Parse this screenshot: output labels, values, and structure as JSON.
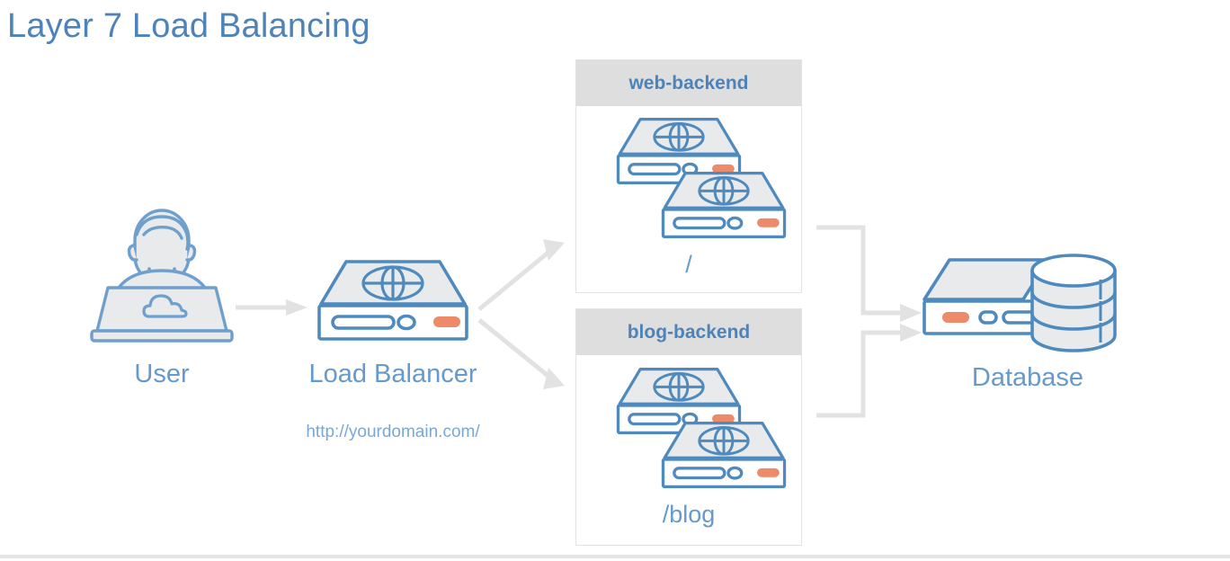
{
  "diagram": {
    "title": "Layer 7 Load Balancing",
    "type": "network-architecture",
    "colors": {
      "title_blue": "#4D83B8",
      "label_blue": "#6699CC",
      "outline_blue": "#4E8ABE",
      "icon_fill": "#E8EAEC",
      "led_orange": "#ED8A6A",
      "arrow_gray": "#E2E2E2",
      "group_header_gray": "#DEDEDE",
      "group_border_gray": "#E3E3E3",
      "background": "#FFFFFF"
    },
    "nodes": [
      {
        "id": "user",
        "label": "User",
        "icon": "user-laptop-icon"
      },
      {
        "id": "load-balancer",
        "label": "Load Balancer",
        "icon": "server-globe-icon",
        "sublabel": "http://yourdomain.com/"
      },
      {
        "id": "database",
        "label": "Database",
        "icon": "database-stack-icon"
      }
    ],
    "groups": [
      {
        "id": "web-backend",
        "title": "web-backend",
        "path": "/",
        "server_count": 2
      },
      {
        "id": "blog-backend",
        "title": "blog-backend",
        "path": "/blog",
        "server_count": 2
      }
    ],
    "edges": [
      {
        "from": "user",
        "to": "load-balancer",
        "style": "straight-arrow"
      },
      {
        "from": "load-balancer",
        "to": "web-backend",
        "style": "diagonal-arrow-up"
      },
      {
        "from": "load-balancer",
        "to": "blog-backend",
        "style": "diagonal-arrow-down"
      },
      {
        "from": "web-backend",
        "to": "database",
        "style": "elbow-arrow"
      },
      {
        "from": "blog-backend",
        "to": "database",
        "style": "elbow-arrow"
      }
    ]
  }
}
